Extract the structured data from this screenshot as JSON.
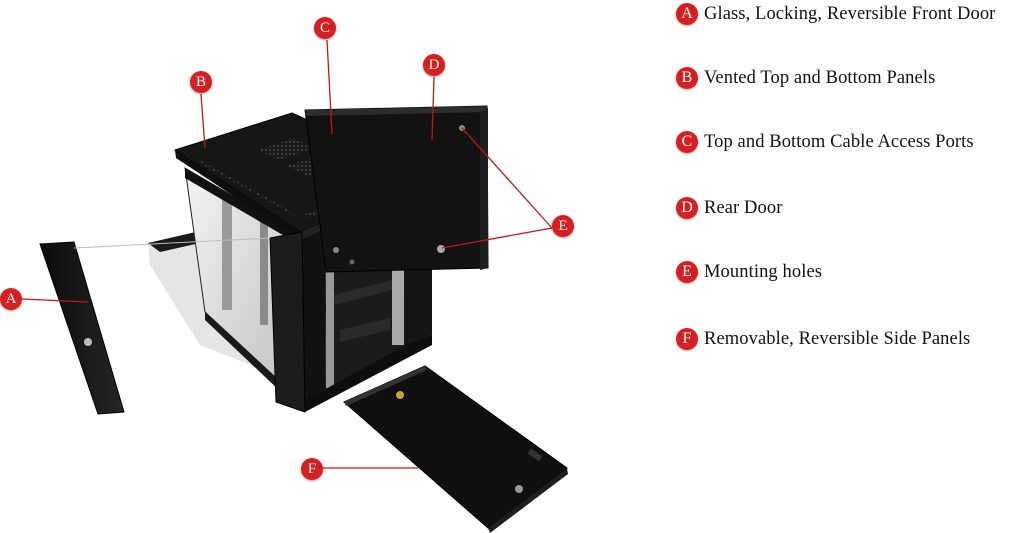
{
  "colors": {
    "badge": "#d81e1e",
    "leader": "#c01818",
    "panel": "#141414",
    "text": "#111111"
  },
  "legend": [
    {
      "letter": "A",
      "text": "Glass, Locking, Reversible Front Door"
    },
    {
      "letter": "B",
      "text": "Vented Top and Bottom Panels"
    },
    {
      "letter": "C",
      "text": "Top and Bottom Cable Access Ports"
    },
    {
      "letter": "D",
      "text": "Rear Door"
    },
    {
      "letter": "E",
      "text": "Mounting holes"
    },
    {
      "letter": "F",
      "text": "Removable, Reversible Side Panels"
    }
  ],
  "callouts": [
    "A",
    "B",
    "C",
    "D",
    "E",
    "F"
  ]
}
